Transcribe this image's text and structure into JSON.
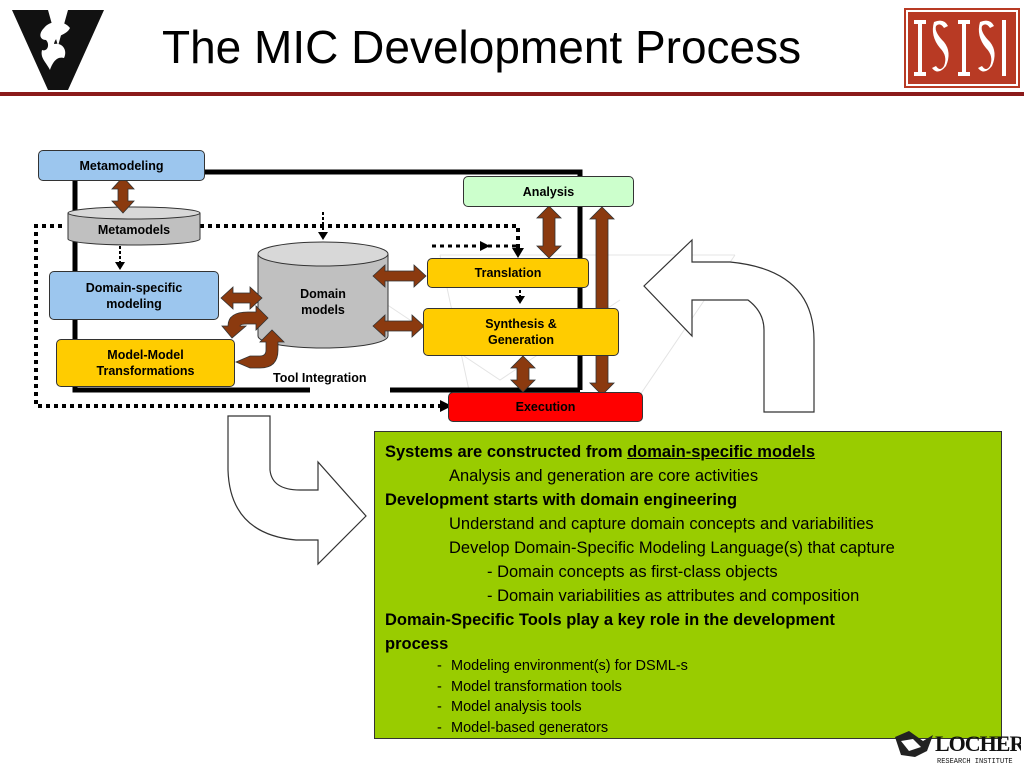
{
  "title": "The MIC Development Process",
  "logos": {
    "right_logo_text": "ISIS",
    "bottom_logo_text": "LOCHER",
    "bottom_logo_subtext": "RESEARCH INSTITUTE"
  },
  "diagram": {
    "metamodeling": "Metamodeling",
    "metamodels": "Metamodels",
    "domain_specific_modeling_l1": "Domain-specific",
    "domain_specific_modeling_l2": "modeling",
    "model_model_transformations_l1": "Model-Model",
    "model_model_transformations_l2": "Transformations",
    "domain_models_l1": "Domain",
    "domain_models_l2": "models",
    "translation": "Translation",
    "synthesis_l1": "Synthesis &",
    "synthesis_l2": "Generation",
    "analysis": "Analysis",
    "execution": "Execution",
    "tool_integration": "Tool Integration"
  },
  "panel": {
    "h1_prefix": "Systems are constructed from ",
    "h1_underlined": "domain-specific models",
    "l1": "Analysis and generation are core activities",
    "h2": "Development starts with domain engineering",
    "l2": "Understand and capture domain concepts and variabilities",
    "l3": "Develop Domain-Specific Modeling Language(s) that capture",
    "l4": "- Domain concepts as first-class objects",
    "l5": "- Domain variabilities as attributes and composition",
    "h3_l1": "Domain-Specific Tools play a key role in the development",
    "h3_l2": "process",
    "dash": "-",
    "sub1": "Modeling environment(s) for DSML-s",
    "sub2": "Model transformation tools",
    "sub3": "Model analysis tools",
    "sub4": "Model-based generators"
  },
  "colors": {
    "title_rule": "#8b1a1a",
    "panel_bg": "#99cc00",
    "blue_box": "#9cc6ee",
    "yellow_box": "#ffcc00",
    "analysis_box": "#ccffcc",
    "execution_box": "#ff0000",
    "arrow": "#8b3a0f"
  }
}
